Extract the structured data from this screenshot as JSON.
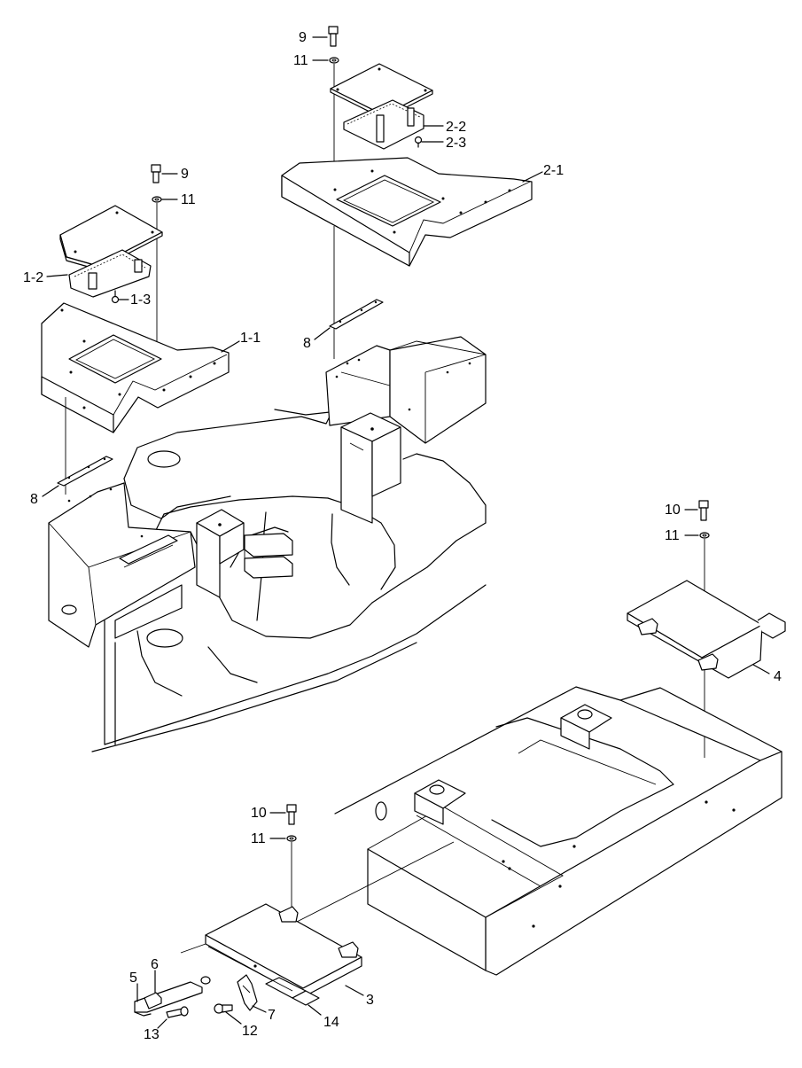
{
  "diagram": {
    "callouts": [
      {
        "id": "c-9-top",
        "label": "9"
      },
      {
        "id": "c-11-top",
        "label": "11"
      },
      {
        "id": "c-2-2",
        "label": "2-2"
      },
      {
        "id": "c-2-3",
        "label": "2-3"
      },
      {
        "id": "c-2-1",
        "label": "2-1"
      },
      {
        "id": "c-9-left",
        "label": "9"
      },
      {
        "id": "c-11-left",
        "label": "11"
      },
      {
        "id": "c-1-2",
        "label": "1-2"
      },
      {
        "id": "c-1-3",
        "label": "1-3"
      },
      {
        "id": "c-1-1",
        "label": "1-1"
      },
      {
        "id": "c-8-mid",
        "label": "8"
      },
      {
        "id": "c-8-left",
        "label": "8"
      },
      {
        "id": "c-10-right",
        "label": "10"
      },
      {
        "id": "c-11-right",
        "label": "11"
      },
      {
        "id": "c-4",
        "label": "4"
      },
      {
        "id": "c-10-bottom",
        "label": "10"
      },
      {
        "id": "c-11-bottom",
        "label": "11"
      },
      {
        "id": "c-3",
        "label": "3"
      },
      {
        "id": "c-5",
        "label": "5"
      },
      {
        "id": "c-6",
        "label": "6"
      },
      {
        "id": "c-7",
        "label": "7"
      },
      {
        "id": "c-12",
        "label": "12"
      },
      {
        "id": "c-13",
        "label": "13"
      },
      {
        "id": "c-14",
        "label": "14"
      }
    ]
  }
}
